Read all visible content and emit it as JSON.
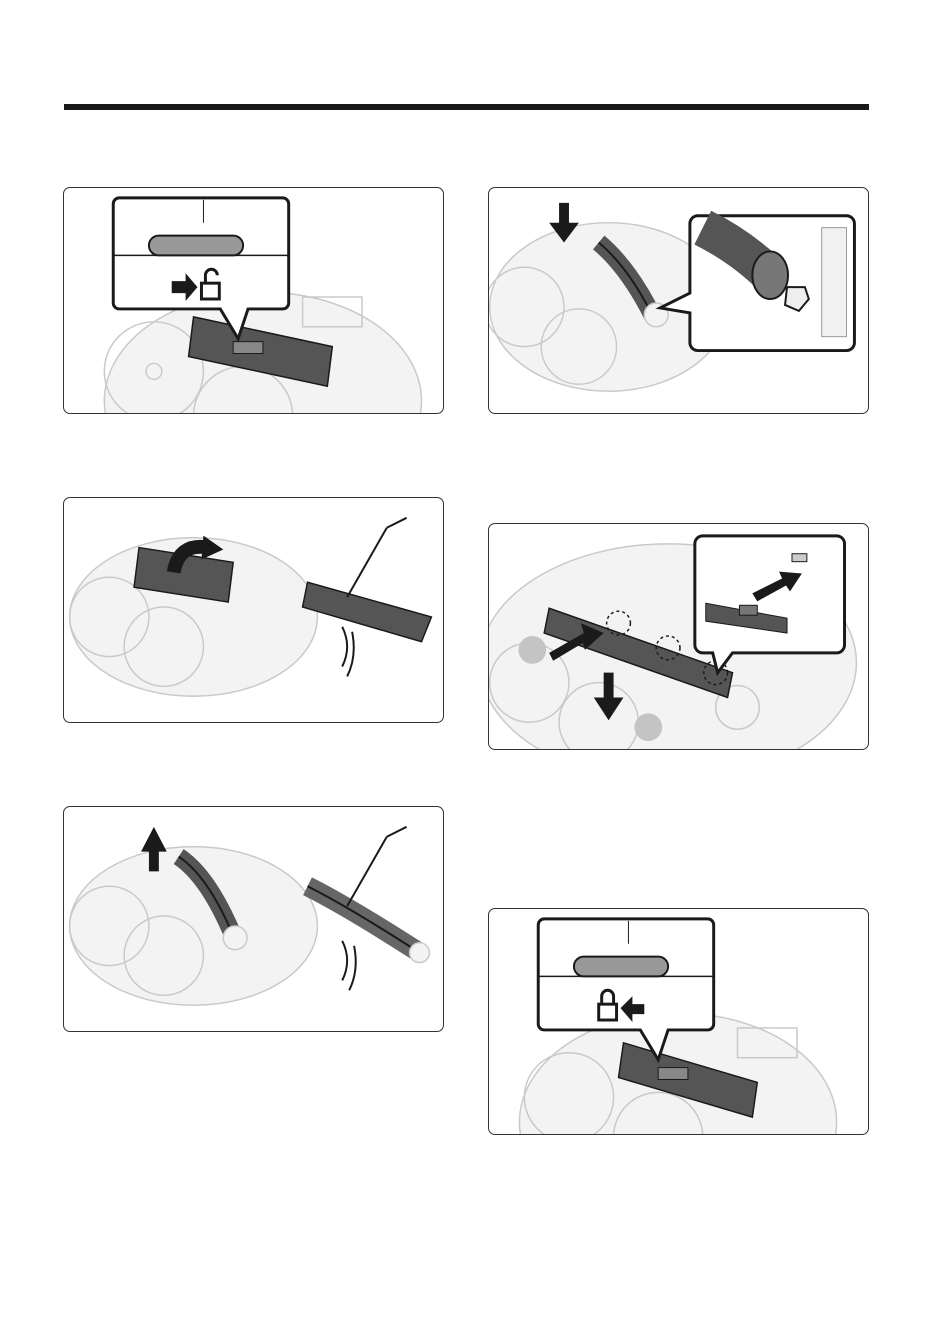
{
  "figures": [
    {
      "id": "fig-unlock-brush-cover",
      "icon": "unlock-icon"
    },
    {
      "id": "fig-lift-and-clean-brush-cover",
      "icon": "cleaning-brush-icon"
    },
    {
      "id": "fig-remove-and-clean-main-brush",
      "icon": "cleaning-brush-icon"
    },
    {
      "id": "fig-insert-main-brush",
      "icon": "brush-end-detail-icon"
    },
    {
      "id": "fig-reattach-brush-cover",
      "icon": "tab-alignment-icon"
    },
    {
      "id": "fig-lock-brush-cover",
      "icon": "lock-icon"
    }
  ],
  "colors": {
    "line": "#1a1a1a",
    "robot_outline": "#c9c9c9",
    "part_fill": "#555555",
    "step_marker": "#c4c4c4"
  }
}
